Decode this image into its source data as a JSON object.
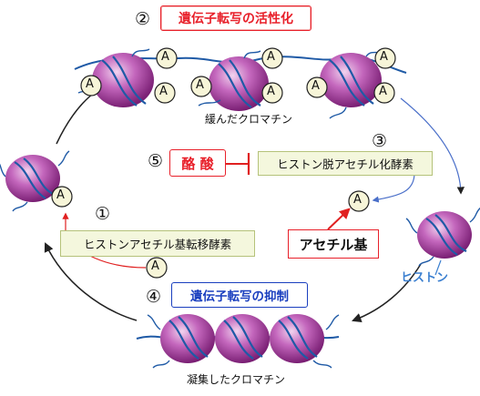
{
  "steps": {
    "s1": "①",
    "s2": "②",
    "s3": "③",
    "s4": "④",
    "s5": "⑤"
  },
  "labels": {
    "activation": "遺伝子転写の活性化",
    "repression": "遺伝子転写の抑制",
    "loose_chromatin": "緩んだクロマチン",
    "condensed_chromatin": "凝集したクロマチン",
    "hat": "ヒストンアセチル基転移酵素",
    "hdac": "ヒストン脱アセチル化酵素",
    "butyrate": "酪 酸",
    "acetyl_group": "アセチル基",
    "histone": "ヒストン",
    "acetyl_mark": "A"
  },
  "colors": {
    "activation_text": "#e8202a",
    "repression_text": "#1a3fbf",
    "histone_fill": "#a0309a",
    "dna_strand": "#1f5aa6",
    "enzyme_box_fill": "#f4f7dd",
    "enzyme_box_border": "#b5c27a",
    "inhibit_line": "#e02020",
    "histone_label": "#3a7fd0"
  }
}
